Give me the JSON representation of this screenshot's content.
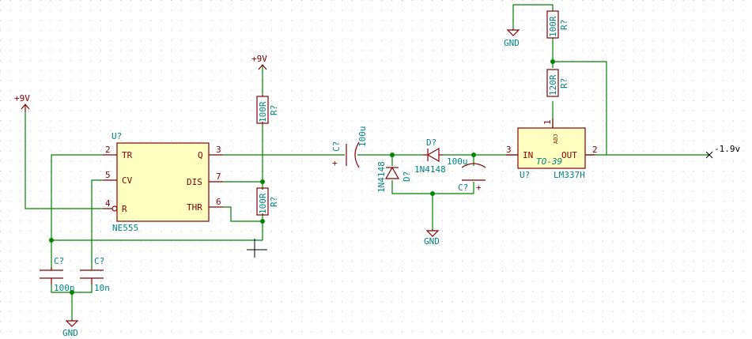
{
  "power": {
    "vcc_left": "+9V",
    "vcc_right": "+9V",
    "gnd_caps": "GND",
    "gnd_diode": "GND",
    "gnd_top": "GND"
  },
  "ne555": {
    "ref": "U?",
    "value": "NE555",
    "pins": {
      "tr": "TR",
      "cv": "CV",
      "r": "R",
      "q": "Q",
      "dis": "DIS",
      "thr": "THR",
      "n2": "2",
      "n5": "5",
      "n4": "4",
      "n3": "3",
      "n7": "7",
      "n6": "6"
    }
  },
  "lm337": {
    "ref": "U?",
    "value": "LM337H",
    "package": "TO-39",
    "pins": {
      "in": "IN",
      "out": "OUT",
      "adj": "ADJ",
      "n3": "3",
      "n2": "2",
      "n1": "1"
    }
  },
  "resistors": {
    "r1": {
      "value": "100R",
      "ref": "R?"
    },
    "r2": {
      "value": "100R",
      "ref": "R?"
    },
    "r3": {
      "value": "100R",
      "ref": "R?"
    },
    "r4": {
      "value": "120R",
      "ref": "R?"
    }
  },
  "capacitors": {
    "c1": {
      "ref": "C?",
      "value": "100n"
    },
    "c2": {
      "ref": "C?",
      "value": "10n"
    },
    "c3": {
      "ref": "C?",
      "value": "100u",
      "plus": "+"
    },
    "c4": {
      "ref": "C?",
      "value": "100u",
      "plus": "+"
    }
  },
  "diodes": {
    "d1": {
      "ref": "D?",
      "value": "1N4148"
    },
    "d2": {
      "ref": "D?",
      "value": "1N4148"
    }
  },
  "output": {
    "label": "-1.9v"
  }
}
